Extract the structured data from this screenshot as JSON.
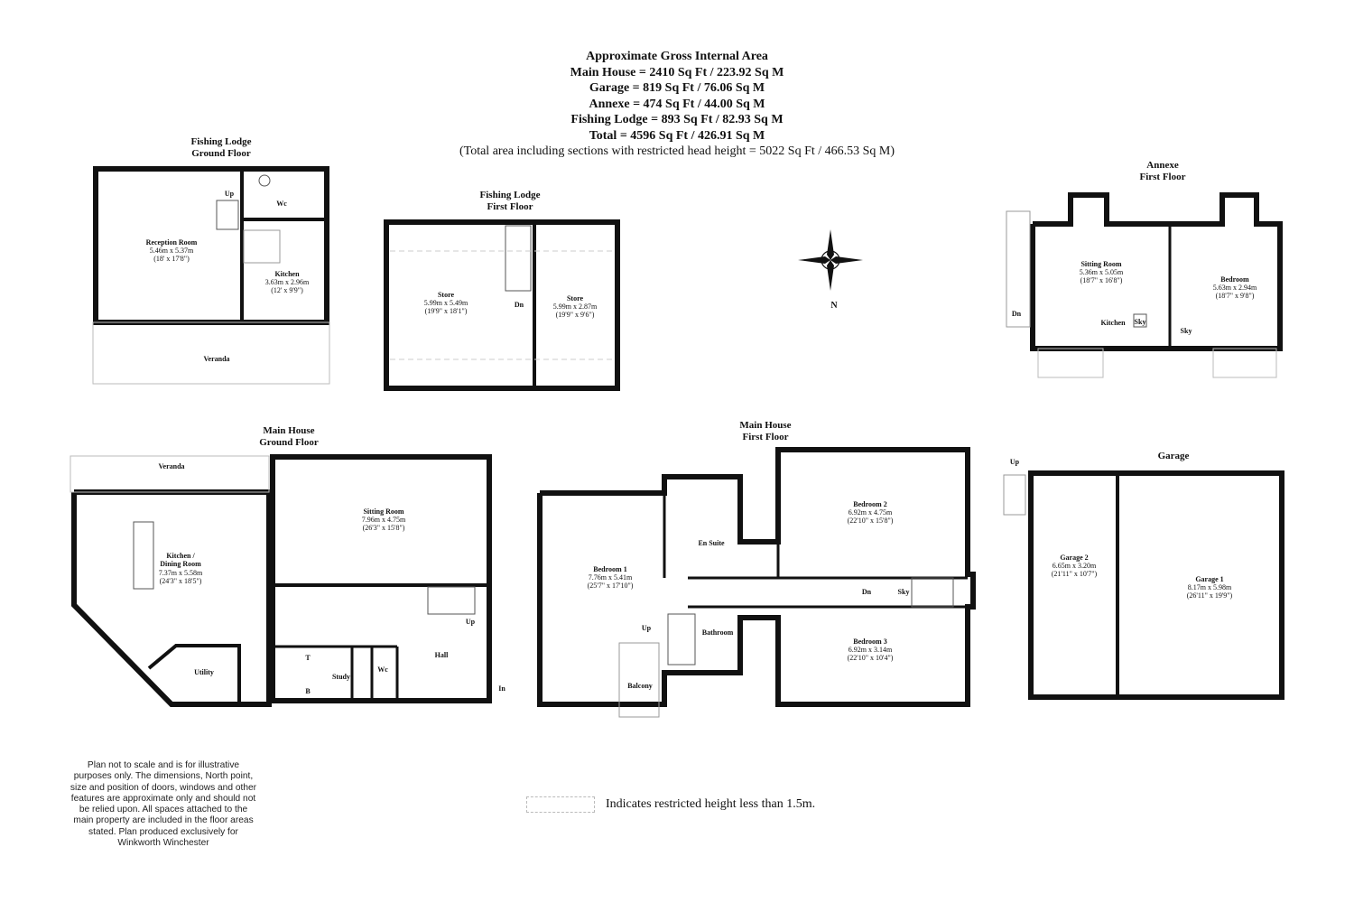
{
  "header": {
    "title": "Approximate Gross Internal Area",
    "lines": [
      "Main House = 2410 Sq Ft / 223.92 Sq M",
      "Garage = 819 Sq Ft / 76.06 Sq M",
      "Annexe = 474 Sq Ft / 44.00 Sq M",
      "Fishing Lodge = 893 Sq Ft / 82.93 Sq M",
      "Total = 4596 Sq Ft / 426.91 Sq M"
    ],
    "note": "(Total area including sections with restricted head height = 5022 Sq Ft / 466.53 Sq M)"
  },
  "sections": {
    "fishing_lodge_ground": [
      "Fishing Lodge",
      "Ground Floor"
    ],
    "fishing_lodge_first": [
      "Fishing Lodge",
      "First Floor"
    ],
    "annexe_first": [
      "Annexe",
      "First Floor"
    ],
    "main_ground": [
      "Main House",
      "Ground Floor"
    ],
    "main_first": [
      "Main House",
      "First Floor"
    ],
    "garage": [
      "Garage"
    ]
  },
  "rooms": {
    "fl_reception": [
      "Reception Room",
      "5.46m x 5.37m",
      "(18' x 17'8\")"
    ],
    "fl_kitchen": [
      "Kitchen",
      "3.63m x 2.96m",
      "(12' x 9'9\")"
    ],
    "fl_wc": [
      "Wc"
    ],
    "fl_veranda": [
      "Veranda"
    ],
    "fl_store1": [
      "Store",
      "5.99m x 5.49m",
      "(19'9\" x 18'1\")"
    ],
    "fl_store2": [
      "Store",
      "5.99m x 2.87m",
      "(19'9\" x 9'6\")"
    ],
    "an_sitting": [
      "Sitting Room",
      "5.36m x 5.05m",
      "(18'7\" x 16'8\")"
    ],
    "an_bedroom": [
      "Bedroom",
      "5.63m x 2.94m",
      "(18'7\" x 9'8\")"
    ],
    "an_kitchen": [
      "Kitchen"
    ],
    "mg_kitchen": [
      "Kitchen /",
      "Dining Room",
      "7.37m x 5.58m",
      "(24'3\" x 18'5\")"
    ],
    "mg_sitting": [
      "Sitting Room",
      "7.96m x 4.75m",
      "(26'3\" x 15'8\")"
    ],
    "mg_veranda": [
      "Veranda"
    ],
    "mg_utility": [
      "Utility"
    ],
    "mg_study": [
      "Study"
    ],
    "mg_wc": [
      "Wc"
    ],
    "mg_hall": [
      "Hall"
    ],
    "mf_bed1": [
      "Bedroom 1",
      "7.76m x 5.41m",
      "(25'7\" x 17'10\")"
    ],
    "mf_bed2": [
      "Bedroom 2",
      "6.92m x 4.75m",
      "(22'10\" x 15'8\")"
    ],
    "mf_bed3": [
      "Bedroom 3",
      "6.92m x 3.14m",
      "(22'10\" x 10'4\")"
    ],
    "mf_ensuite": [
      "En Suite"
    ],
    "mf_bathroom": [
      "Bathroom"
    ],
    "mf_balcony": [
      "Balcony"
    ],
    "gar_1": [
      "Garage 1",
      "8.17m x 5.98m",
      "(26'11\" x 19'9\")"
    ],
    "gar_2": [
      "Garage 2",
      "6.65m x 3.20m",
      "(21'11\" x 10'7\")"
    ]
  },
  "labels": {
    "up": "Up",
    "dn": "Dn",
    "in": "In",
    "sky": "Sky",
    "t": "T",
    "b": "B",
    "north": "N"
  },
  "disclaimer": "Plan not to scale and is for illustrative purposes only. The dimensions, North point, size and position of doors, windows and other features are approximate only and should not be relied upon. All spaces attached to the main property are included in the floor areas stated. Plan produced exclusively for Winkworth Winchester",
  "legend": "Indicates restricted height less than 1.5m."
}
